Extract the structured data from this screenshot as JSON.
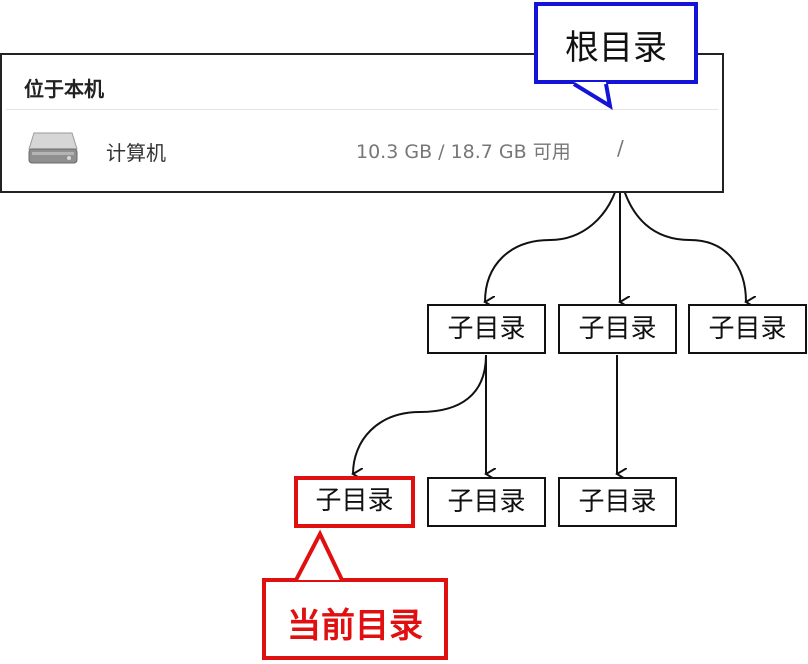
{
  "panel": {
    "header": "位于本机",
    "drive": {
      "icon": "hard-drive-icon",
      "name": "计算机",
      "usage": "10.3 GB / 18.7 GB 可用",
      "mount": "/"
    }
  },
  "callouts": {
    "root": "根目录",
    "current": "当前目录"
  },
  "tree": {
    "level1": [
      "子目录",
      "子目录",
      "子目录"
    ],
    "level2": [
      "子目录",
      "子目录",
      "子目录"
    ]
  },
  "colors": {
    "root_highlight": "#1414d8",
    "current_highlight": "#e01010",
    "line": "#111111"
  }
}
